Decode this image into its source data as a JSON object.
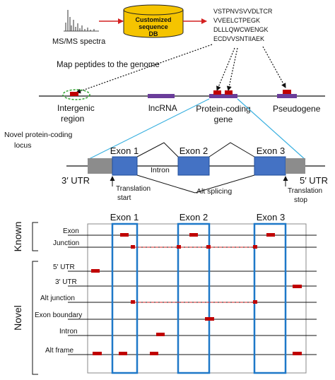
{
  "top": {
    "ms_label": "MS/MS spectra",
    "db_line1": "Customized",
    "db_line2": "sequence",
    "db_line3": "DB",
    "peptides": [
      "VSTPNVSVVDLTCR",
      "VVEELCTPEGK",
      "DLLLQWCWENGK",
      "ECDVVSNTIIAEK"
    ],
    "map_caption": "Map peptides to the genome"
  },
  "genome": {
    "intergenic_line1": "Intergenic",
    "intergenic_line2": "region",
    "lncrna": "lncRNA",
    "protein_coding_line1": "Protein-coding",
    "protein_coding_line2": "gene",
    "pseudogene": "Pseudogene",
    "novel_line1": "Novel protein-coding",
    "novel_line2": "locus"
  },
  "gene_model": {
    "exons": [
      "Exon 1",
      "Exon 2",
      "Exon 3"
    ],
    "intron": "Intron",
    "utr_left": "3′ UTR",
    "utr_right": "5′ UTR",
    "translation_start_1": "Translation",
    "translation_start_2": "start",
    "translation_stop_1": "Translation",
    "translation_stop_2": "stop",
    "alt_splicing": "Alt splicing"
  },
  "table": {
    "exon_headers": [
      "Exon 1",
      "Exon 2",
      "Exon 3"
    ],
    "group_known": "Known",
    "group_novel": "Novel",
    "rows": [
      "Exon",
      "Junction",
      "5′ UTR",
      "3′ UTR",
      "Alt junction",
      "Exon boundary",
      "Intron",
      "Alt frame"
    ]
  },
  "colors": {
    "peptide_red": "#c00000",
    "exon_blue": "#4472c4",
    "exon_border": "#1f4e9a",
    "column_blue": "#1e78c8",
    "db_yellow": "#f5c400",
    "arrow_red": "#d42020",
    "ellipse_green": "#2aa02a",
    "purple_bar": "#6a3d9a",
    "cyan_line": "#3ab0e0",
    "utr_gray": "#8c8c8c"
  }
}
